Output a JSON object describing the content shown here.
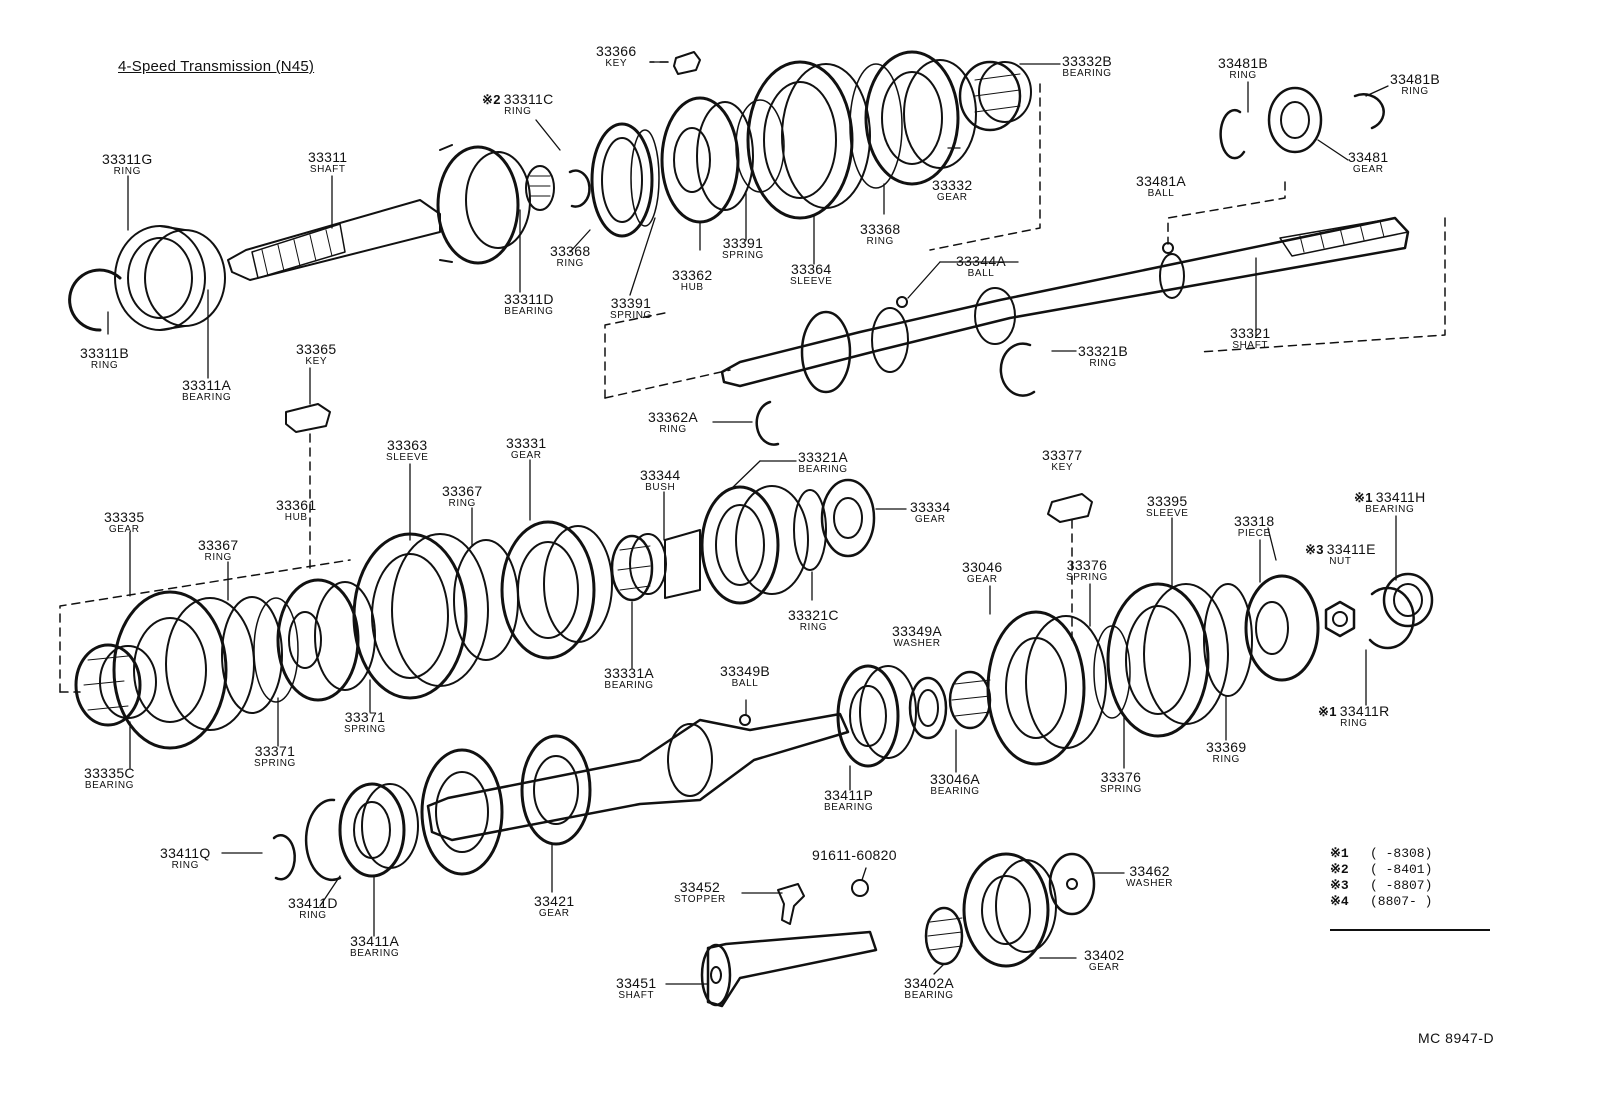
{
  "title": "4-Speed Transmission (N45)",
  "diagram_code": "MC 8947-D",
  "notes": [
    {
      "mark": "※1",
      "range": "(      -8308)"
    },
    {
      "mark": "※2",
      "range": "(      -8401)"
    },
    {
      "mark": "※3",
      "range": "(      -8807)"
    },
    {
      "mark": "※4",
      "range": "(8807-        )"
    }
  ],
  "parts": [
    {
      "id": "p33366",
      "pn": "33366",
      "name": "KEY",
      "mark": ""
    },
    {
      "id": "p33311C",
      "pn": "33311C",
      "name": "RING",
      "mark": "※2"
    },
    {
      "id": "p33332B",
      "pn": "33332B",
      "name": "BEARING",
      "mark": ""
    },
    {
      "id": "p33481Ba",
      "pn": "33481B",
      "name": "RING",
      "mark": ""
    },
    {
      "id": "p33481Bb",
      "pn": "33481B",
      "name": "RING",
      "mark": ""
    },
    {
      "id": "p33481",
      "pn": "33481",
      "name": "GEAR",
      "mark": ""
    },
    {
      "id": "p33481A",
      "pn": "33481A",
      "name": "BALL",
      "mark": ""
    },
    {
      "id": "p33311G",
      "pn": "33311G",
      "name": "RING",
      "mark": ""
    },
    {
      "id": "p33311",
      "pn": "33311",
      "name": "SHAFT",
      "mark": ""
    },
    {
      "id": "p33332",
      "pn": "33332",
      "name": "GEAR",
      "mark": ""
    },
    {
      "id": "p33368a",
      "pn": "33368",
      "name": "RING",
      "mark": ""
    },
    {
      "id": "p33368b",
      "pn": "33368",
      "name": "RING",
      "mark": ""
    },
    {
      "id": "p33391a",
      "pn": "33391",
      "name": "SPRING",
      "mark": ""
    },
    {
      "id": "p33391b",
      "pn": "33391",
      "name": "SPRING",
      "mark": ""
    },
    {
      "id": "p33362",
      "pn": "33362",
      "name": "HUB",
      "mark": ""
    },
    {
      "id": "p33364",
      "pn": "33364",
      "name": "SLEEVE",
      "mark": ""
    },
    {
      "id": "p33344A",
      "pn": "33344A",
      "name": "BALL",
      "mark": ""
    },
    {
      "id": "p33311D",
      "pn": "33311D",
      "name": "BEARING",
      "mark": ""
    },
    {
      "id": "p33311B",
      "pn": "33311B",
      "name": "RING",
      "mark": ""
    },
    {
      "id": "p33311A",
      "pn": "33311A",
      "name": "BEARING",
      "mark": ""
    },
    {
      "id": "p33321",
      "pn": "33321",
      "name": "SHAFT",
      "mark": ""
    },
    {
      "id": "p33321B",
      "pn": "33321B",
      "name": "RING",
      "mark": ""
    },
    {
      "id": "p33365",
      "pn": "33365",
      "name": "KEY",
      "mark": ""
    },
    {
      "id": "p33362A",
      "pn": "33362A",
      "name": "RING",
      "mark": ""
    },
    {
      "id": "p33363",
      "pn": "33363",
      "name": "SLEEVE",
      "mark": ""
    },
    {
      "id": "p33331",
      "pn": "33331",
      "name": "GEAR",
      "mark": ""
    },
    {
      "id": "p33321A",
      "pn": "33321A",
      "name": "BEARING",
      "mark": ""
    },
    {
      "id": "p33377",
      "pn": "33377",
      "name": "KEY",
      "mark": ""
    },
    {
      "id": "p33367a",
      "pn": "33367",
      "name": "RING",
      "mark": ""
    },
    {
      "id": "p33344",
      "pn": "33344",
      "name": "BUSH",
      "mark": ""
    },
    {
      "id": "p33334",
      "pn": "33334",
      "name": "GEAR",
      "mark": ""
    },
    {
      "id": "p33395",
      "pn": "33395",
      "name": "SLEEVE",
      "mark": ""
    },
    {
      "id": "p33411H",
      "pn": "33411H",
      "name": "BEARING",
      "mark": "※1"
    },
    {
      "id": "p33361",
      "pn": "33361",
      "name": "HUB",
      "mark": ""
    },
    {
      "id": "p33335",
      "pn": "33335",
      "name": "GEAR",
      "mark": ""
    },
    {
      "id": "p33318",
      "pn": "33318",
      "name": "PIECE",
      "mark": ""
    },
    {
      "id": "p33367b",
      "pn": "33367",
      "name": "RING",
      "mark": ""
    },
    {
      "id": "p33411E",
      "pn": "33411E",
      "name": "NUT",
      "mark": "※3"
    },
    {
      "id": "p33376a",
      "pn": "33376",
      "name": "SPRING",
      "mark": ""
    },
    {
      "id": "p33046",
      "pn": "33046",
      "name": "GEAR",
      "mark": ""
    },
    {
      "id": "p33321C",
      "pn": "33321C",
      "name": "RING",
      "mark": ""
    },
    {
      "id": "p33349A",
      "pn": "33349A",
      "name": "WASHER",
      "mark": ""
    },
    {
      "id": "p33331A",
      "pn": "33331A",
      "name": "BEARING",
      "mark": ""
    },
    {
      "id": "p33349B",
      "pn": "33349B",
      "name": "BALL",
      "mark": ""
    },
    {
      "id": "p33411R",
      "pn": "33411R",
      "name": "RING",
      "mark": "※1"
    },
    {
      "id": "p33371a",
      "pn": "33371",
      "name": "SPRING",
      "mark": ""
    },
    {
      "id": "p33371b",
      "pn": "33371",
      "name": "SPRING",
      "mark": ""
    },
    {
      "id": "p33369",
      "pn": "33369",
      "name": "RING",
      "mark": ""
    },
    {
      "id": "p33335C",
      "pn": "33335C",
      "name": "BEARING",
      "mark": ""
    },
    {
      "id": "p33376b",
      "pn": "33376",
      "name": "SPRING",
      "mark": ""
    },
    {
      "id": "p33046A",
      "pn": "33046A",
      "name": "BEARING",
      "mark": ""
    },
    {
      "id": "p33411P",
      "pn": "33411P",
      "name": "BEARING",
      "mark": ""
    },
    {
      "id": "p33411Q",
      "pn": "33411Q",
      "name": "RING",
      "mark": ""
    },
    {
      "id": "p91611",
      "pn": "91611-60820",
      "name": "",
      "mark": ""
    },
    {
      "id": "p33462",
      "pn": "33462",
      "name": "WASHER",
      "mark": ""
    },
    {
      "id": "p33452",
      "pn": "33452",
      "name": "STOPPER",
      "mark": ""
    },
    {
      "id": "p33421",
      "pn": "33421",
      "name": "GEAR",
      "mark": ""
    },
    {
      "id": "p33411D",
      "pn": "33411D",
      "name": "RING",
      "mark": ""
    },
    {
      "id": "p33411A",
      "pn": "33411A",
      "name": "BEARING",
      "mark": ""
    },
    {
      "id": "p33402",
      "pn": "33402",
      "name": "GEAR",
      "mark": ""
    },
    {
      "id": "p33451",
      "pn": "33451",
      "name": "SHAFT",
      "mark": ""
    },
    {
      "id": "p33402A",
      "pn": "33402A",
      "name": "BEARING",
      "mark": ""
    }
  ]
}
